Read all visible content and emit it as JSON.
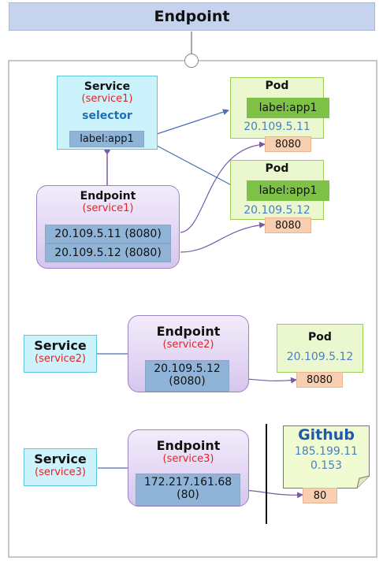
{
  "title": "Endpoint",
  "group1": {
    "service": {
      "title": "Service",
      "name": "(service1)",
      "selector_label": "selector",
      "selector_value": "label:app1"
    },
    "endpoint": {
      "title": "Endpoint",
      "name": "(service1)",
      "addresses": [
        "20.109.5.11 (8080)",
        "20.109.5.12 (8080)"
      ]
    },
    "pods": [
      {
        "title": "Pod",
        "label": "label:app1",
        "ip": "20.109.5.11",
        "port": "8080"
      },
      {
        "title": "Pod",
        "label": "label:app1",
        "ip": "20.109.5.12",
        "port": "8080"
      }
    ]
  },
  "group2": {
    "service": {
      "title": "Service",
      "name": "(service2)"
    },
    "endpoint": {
      "title": "Endpoint",
      "name": "(service2)",
      "address_line1": "20.109.5.12",
      "address_line2": "(8080)"
    },
    "pod": {
      "title": "Pod",
      "ip": "20.109.5.12",
      "port": "8080"
    }
  },
  "group3": {
    "service": {
      "title": "Service",
      "name": "(service3)"
    },
    "endpoint": {
      "title": "Endpoint",
      "name": "(service3)",
      "address_line1": "172.217.161.68",
      "address_line2": "(80)"
    },
    "external": {
      "title": "Github",
      "ip_line1": "185.199.11",
      "ip_line2": "0.153",
      "port": "80"
    }
  },
  "colors": {
    "service_fill": "#ccf2fb",
    "endpoint_border": "#9a82c4",
    "pod_fill": "#ebf8cf",
    "label_fill": "#7dc247",
    "port_fill": "#f8cfb0",
    "ip_fill": "#8fb4d8",
    "red_text": "#e02424",
    "blue_text": "#4a80c2",
    "selector_text": "#1f6fb2"
  }
}
